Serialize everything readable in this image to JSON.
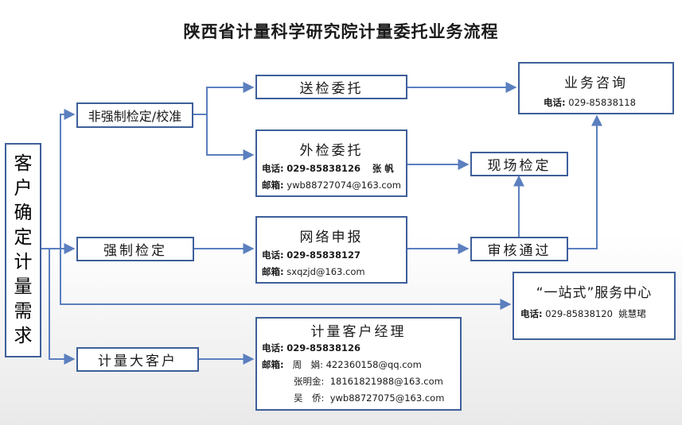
{
  "title": "陕西省计量科学研究院计量委托业务流程",
  "client_box": "客户确定计量需求",
  "client_chars": [
    "客",
    "户",
    "确",
    "定",
    "计",
    "量",
    "需",
    "求"
  ],
  "non_mandatory": "非强制检定/校准",
  "mandatory": "强制检定",
  "key_account": "计量大客户",
  "send_inspect": "送检委托",
  "outside_inspect": {
    "title": "外检委托",
    "phone_label": "电话:",
    "phone": "029-85838126",
    "contact": "张 帆",
    "email_label": "邮箱:",
    "email": "ywb88727074@163.com"
  },
  "online_apply": {
    "title": "网络申报",
    "phone_label": "电话:",
    "phone": "029-85838127",
    "email_label": "邮箱:",
    "email": "sxqzjd@163.com"
  },
  "account_manager": {
    "title": "计量客户经理",
    "phone_label": "电话:",
    "phone": "029-85838126",
    "email_label": "邮箱:",
    "contacts": [
      {
        "name": "周　娟:",
        "email": "422360158@qq.com"
      },
      {
        "name": "张明金:",
        "email": "18161821988@163.com"
      },
      {
        "name": "吴　侨:",
        "email": "ywb88727075@163.com"
      }
    ]
  },
  "onsite_inspect": "现场检定",
  "review_pass": "审核通过",
  "business_consult": {
    "title": "业务咨询",
    "phone_label": "电话:",
    "phone": "029-85838118"
  },
  "service_center": {
    "title": "“一站式”服务中心",
    "phone_label": "电话:",
    "phone": "029-85838120",
    "contact": "姚慧珺"
  },
  "colors": {
    "border": "#3e5f9a",
    "arrow": "#5b7fbf"
  }
}
